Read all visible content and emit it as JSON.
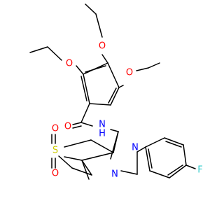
{
  "atoms": [
    {
      "key": "o_top",
      "symbol": "O",
      "color": "#ff0000"
    },
    {
      "key": "o_left",
      "symbol": "O",
      "color": "#ff0000"
    },
    {
      "key": "o_right",
      "symbol": "O",
      "color": "#ff0000"
    },
    {
      "key": "o_carbonyl",
      "symbol": "O",
      "color": "#ff0000"
    },
    {
      "key": "n_amide",
      "symbol": "N",
      "color": "#0000ff"
    },
    {
      "key": "h_amide",
      "symbol": "H",
      "color": "#0000ff"
    },
    {
      "key": "s_sulfone",
      "symbol": "S",
      "color": "#cccc00"
    },
    {
      "key": "o_sulfone_top",
      "symbol": "O",
      "color": "#ff0000"
    },
    {
      "key": "o_sulfone_bottom",
      "symbol": "O",
      "color": "#ff0000"
    },
    {
      "key": "n_pyrazole_1",
      "symbol": "N",
      "color": "#0000ff"
    },
    {
      "key": "n_pyrazole_2",
      "symbol": "N",
      "color": "#0000ff"
    },
    {
      "key": "fluorine",
      "symbol": "F",
      "color": "#33cccc"
    }
  ],
  "bond_color": "#000000"
}
